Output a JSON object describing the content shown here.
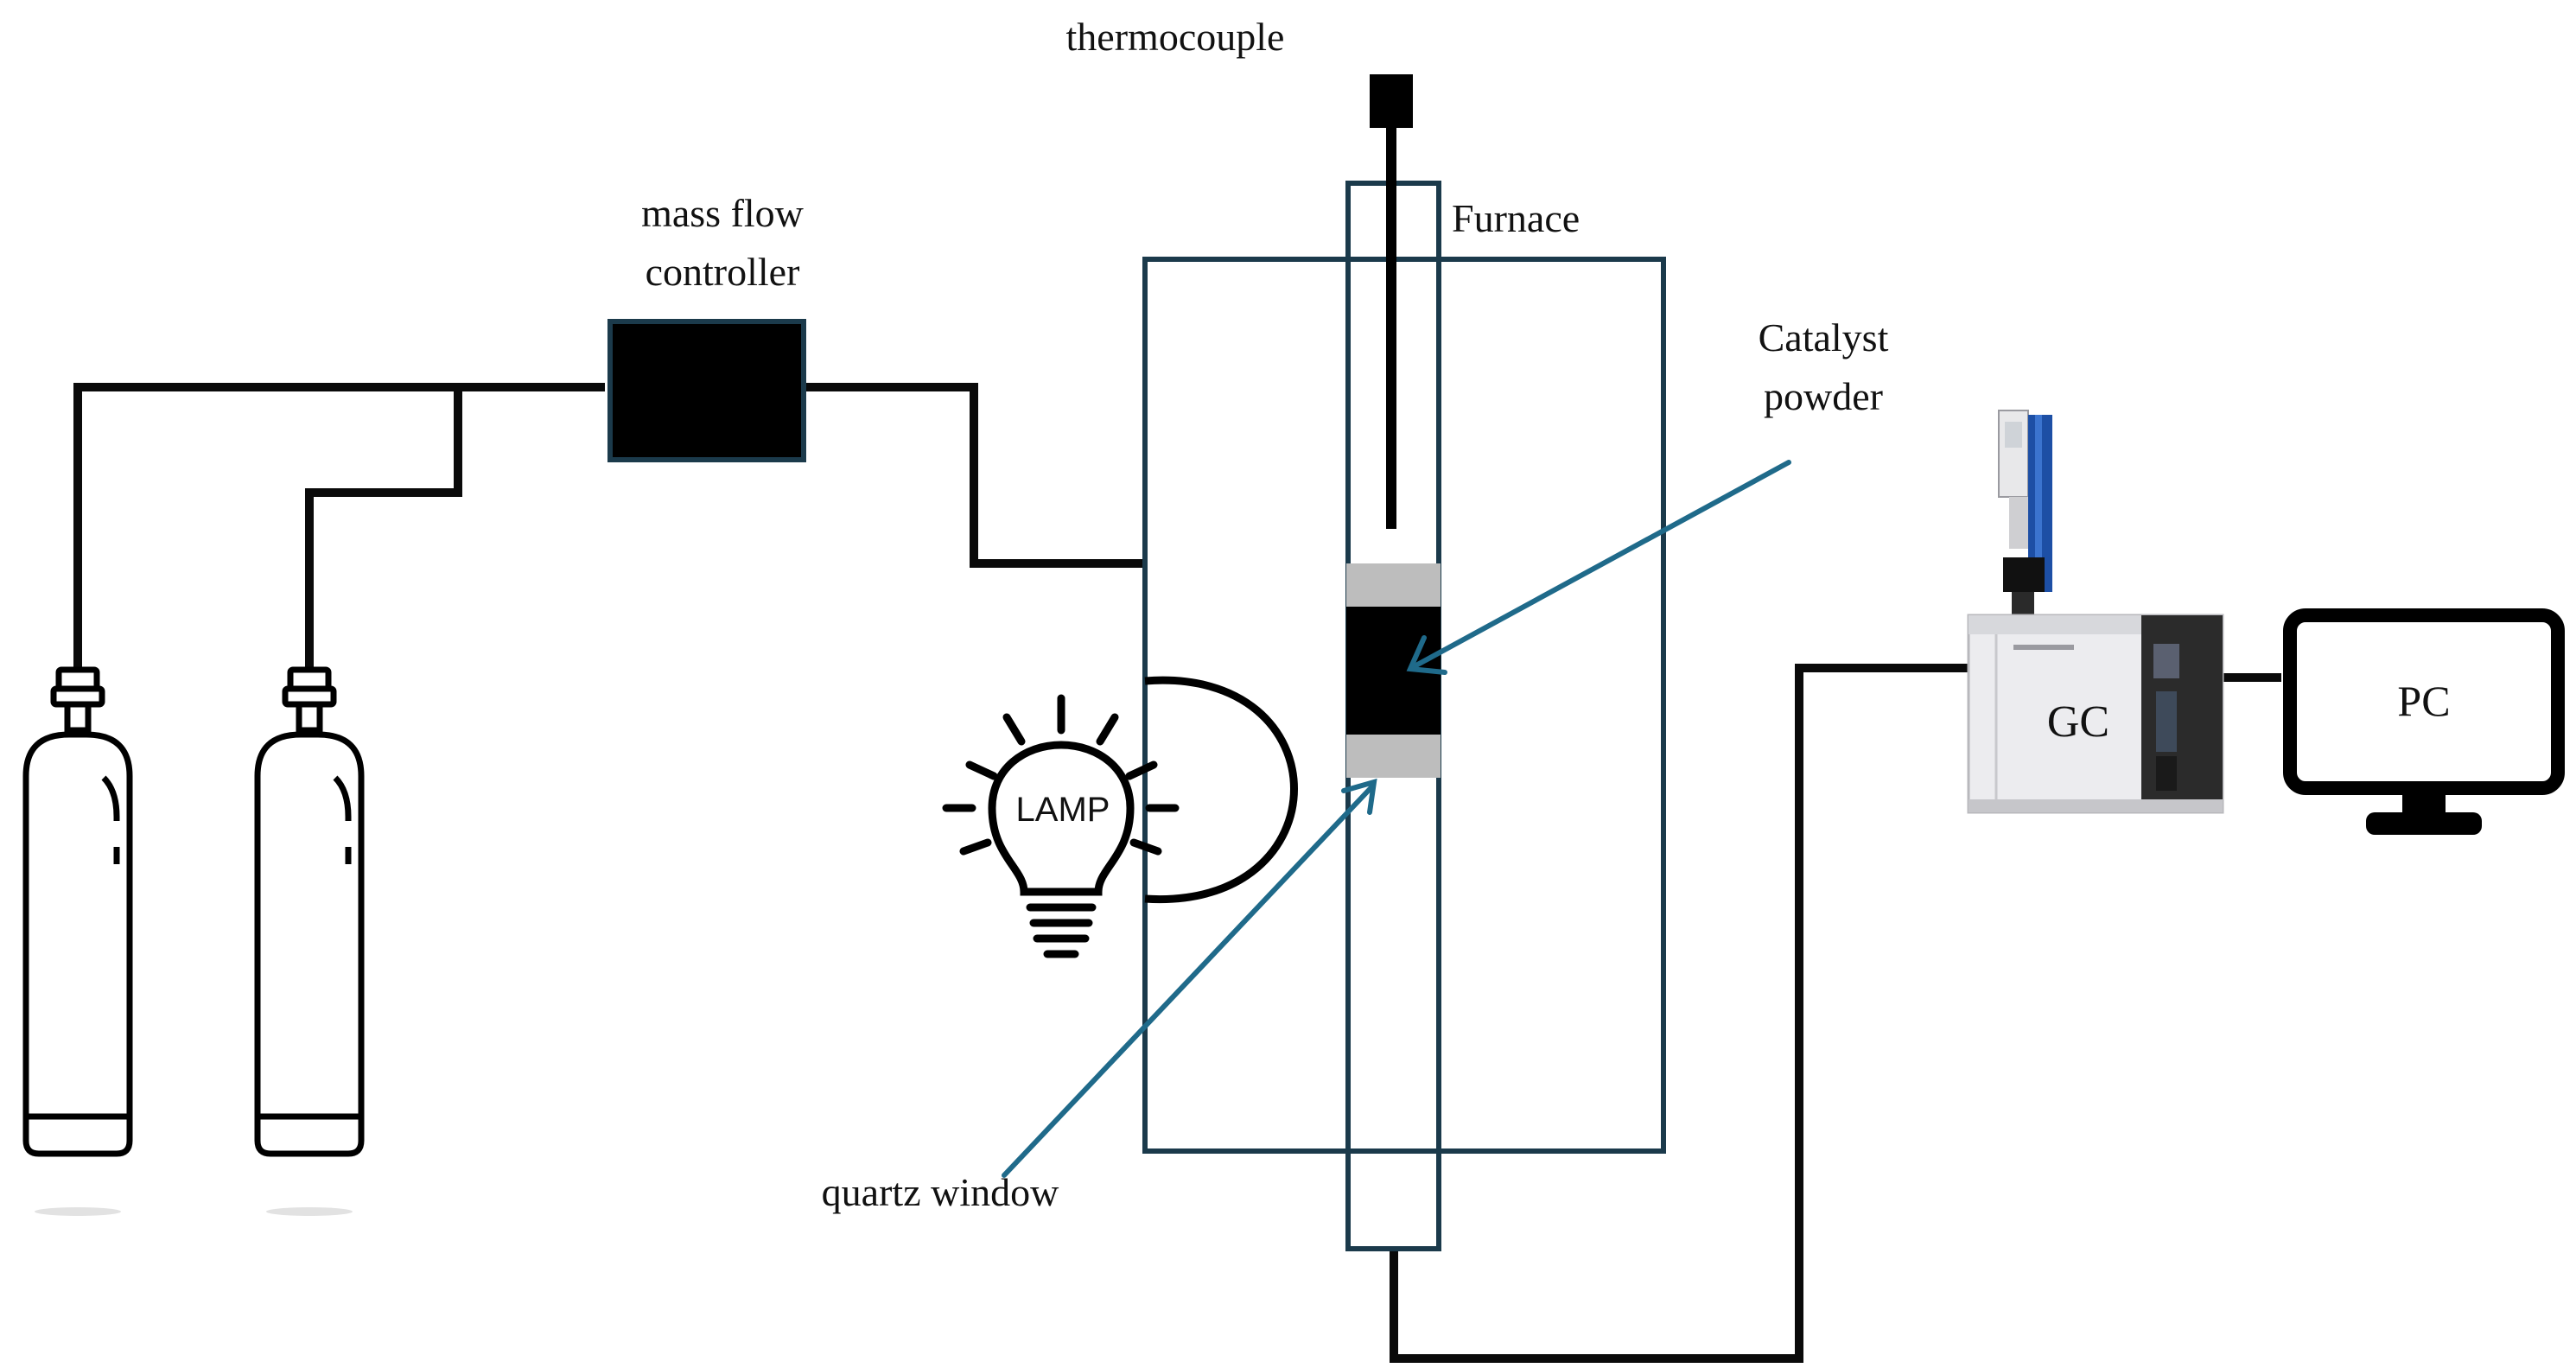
{
  "labels": {
    "thermocouple": "thermocouple",
    "mfc_line1": "mass flow",
    "mfc_line2": "controller",
    "furnace": "Furnace",
    "catalyst_line1": "Catalyst",
    "catalyst_line2": "powder",
    "lamp": "LAMP",
    "quartz_window": "quartz window",
    "gc": "GC",
    "pc": "PC"
  },
  "colors": {
    "line": "#0a0a0a",
    "frame": "#1b3a4b",
    "arrow": "#1f6a8a",
    "catalyst": "#000000",
    "quartz_caps": "#bdbdbd",
    "gc_panel": "#2b2b2b",
    "gc_accent": "#1d4fa5"
  },
  "icons": [
    "gas-cylinder-icon",
    "lightbulb-icon",
    "gas-chromatograph-icon",
    "monitor-icon"
  ]
}
